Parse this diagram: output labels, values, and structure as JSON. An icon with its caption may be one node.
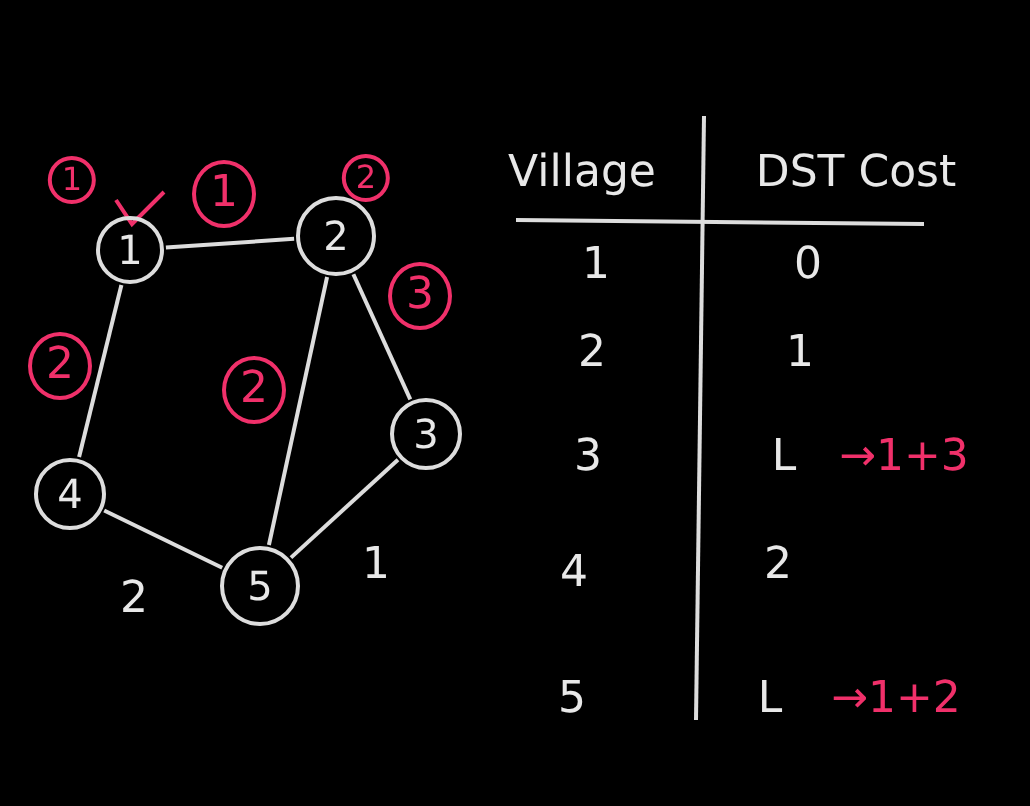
{
  "diagram": {
    "nodes": [
      {
        "text": [
          "1"
        ],
        "beside": [
          "1"
        ]
      },
      {
        "text": [
          "2"
        ],
        "beside": [
          "2"
        ]
      },
      {
        "text": [
          "3"
        ]
      },
      {
        "text": [
          "4"
        ]
      },
      {
        "text": [
          "5"
        ]
      }
    ],
    "edges": [
      {
        "from": 0,
        "to": 1,
        "arrow": "none",
        "label": "1"
      },
      {
        "from": 0,
        "to": 3,
        "arrow": "none",
        "label": "2"
      },
      {
        "from": 1,
        "to": 4,
        "arrow": "none",
        "label": "2"
      },
      {
        "from": 1,
        "to": 2,
        "arrow": "none",
        "label": "3"
      },
      {
        "from": 2,
        "to": 4,
        "arrow": "none",
        "label": "1"
      },
      {
        "from": 3,
        "to": 4,
        "arrow": "none",
        "label": "2"
      }
    ],
    "labels": [
      "Village",
      "DST Cost",
      "1",
      "0",
      "2",
      "1",
      "3",
      "L",
      "→1+3",
      "4",
      "2",
      "5",
      "L",
      "→1+2"
    ]
  }
}
